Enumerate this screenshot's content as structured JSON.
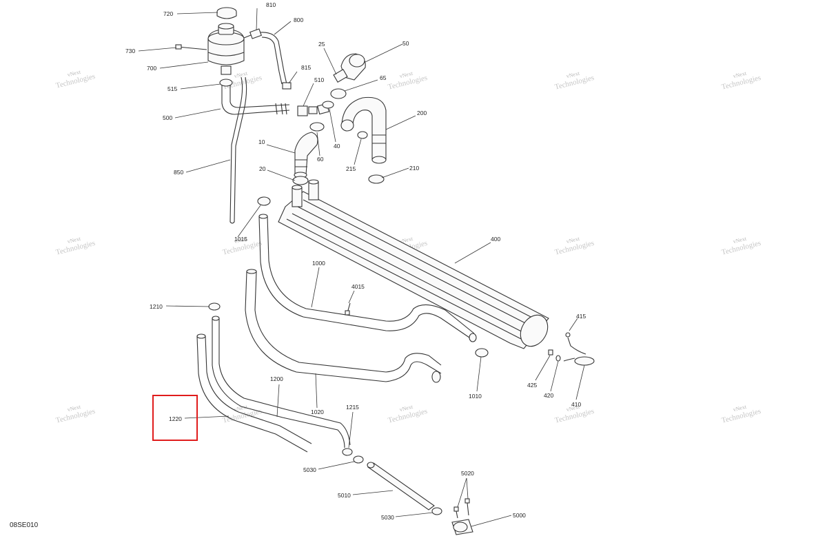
{
  "diagram_code": "08SE010",
  "watermark": {
    "line1": "vNext",
    "line2": "Technologies"
  },
  "highlight": {
    "label": "1220",
    "color": "#e01b1b"
  },
  "callouts": [
    "720",
    "810",
    "800",
    "730",
    "700",
    "515",
    "500",
    "850",
    "815",
    "510",
    "25",
    "50",
    "65",
    "200",
    "40",
    "60",
    "10",
    "20",
    "215",
    "210",
    "1015",
    "400",
    "1000",
    "4015",
    "415",
    "1210",
    "1200",
    "1220",
    "1020",
    "1215",
    "1010",
    "425",
    "420",
    "410",
    "5030",
    "5010",
    "5020",
    "5000"
  ]
}
